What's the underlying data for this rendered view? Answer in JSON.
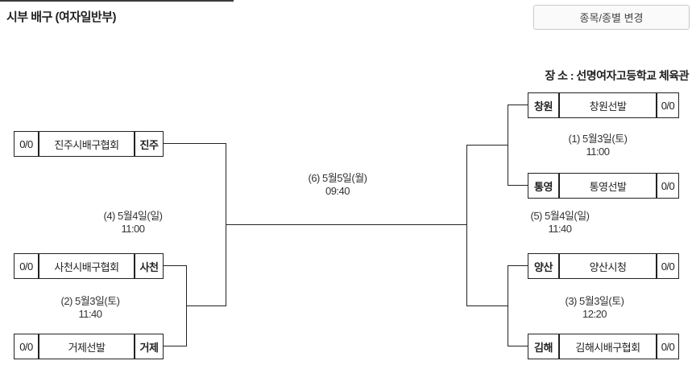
{
  "header": {
    "title": "시부 배구 (여자일반부)",
    "change_button_label": "종목/종별 변경",
    "venue_label": "장 소 : 선명여자고등학교 체육관"
  },
  "bracket": {
    "left_teams": [
      {
        "score": "0/0",
        "name": "진주시배구협회",
        "region": "진주"
      },
      {
        "score": "0/0",
        "name": "사천시배구협회",
        "region": "사천"
      },
      {
        "score": "0/0",
        "name": "거제선발",
        "region": "거제"
      }
    ],
    "right_teams": [
      {
        "region": "창원",
        "name": "창원선발",
        "score": "0/0"
      },
      {
        "region": "통영",
        "name": "통영선발",
        "score": "0/0"
      },
      {
        "region": "양산",
        "name": "양산시청",
        "score": "0/0"
      },
      {
        "region": "김해",
        "name": "김해시배구협회",
        "score": "0/0"
      }
    ],
    "matches": [
      {
        "id": "1",
        "date": "(1) 5월3일(토)",
        "time": "11:00"
      },
      {
        "id": "2",
        "date": "(2) 5월3일(토)",
        "time": "11:40"
      },
      {
        "id": "3",
        "date": "(3) 5월3일(토)",
        "time": "12:20"
      },
      {
        "id": "4",
        "date": "(4) 5월4일(일)",
        "time": "11:00"
      },
      {
        "id": "5",
        "date": "(5) 5월4일(일)",
        "time": "11:40"
      },
      {
        "id": "6",
        "date": "(6) 5월5일(월)",
        "time": "09:40"
      }
    ]
  }
}
